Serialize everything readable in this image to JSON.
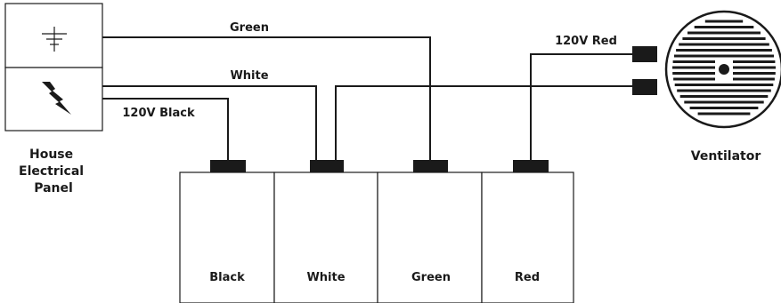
{
  "panel": {
    "caption_lines": [
      "House",
      "Electrical",
      "Panel"
    ],
    "upper_icon": "ground-icon",
    "lower_icon": "lightning-bolt-icon"
  },
  "ventilator": {
    "caption": "Ventilator",
    "icon": "fan-icon"
  },
  "wires": {
    "green_label": "Green",
    "white_label": "White",
    "black_label": "120V Black",
    "red_label": "120V Red"
  },
  "terminals": [
    "Black",
    "White",
    "Green",
    "Red"
  ],
  "colors": {
    "line": "#1a1a1a",
    "background": "#ffffff"
  }
}
